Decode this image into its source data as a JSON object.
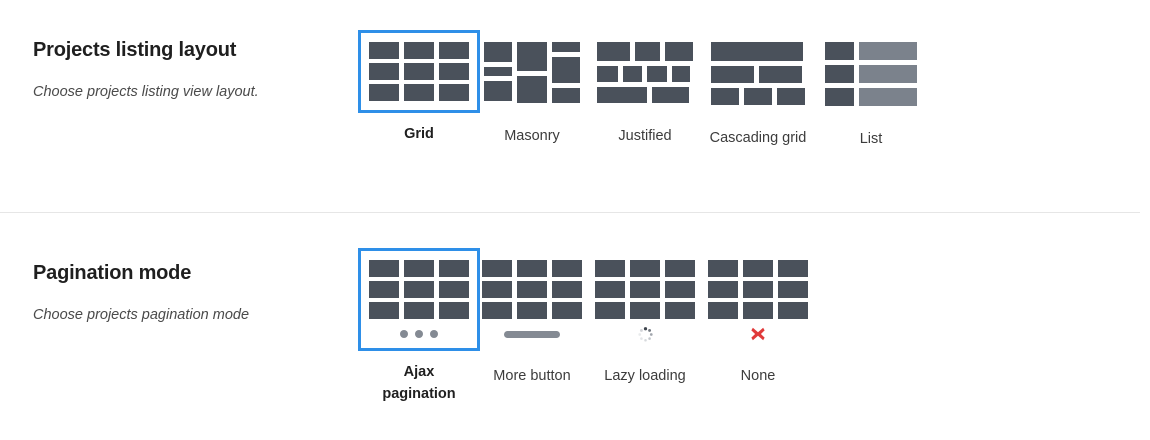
{
  "colors": {
    "accent": "#2e8fe8",
    "tile": "#4a515b",
    "tile_light": "#7b828c",
    "dot": "#848a93",
    "danger": "#e03a3a",
    "divider": "#e6e6e6",
    "background": "#ffffff",
    "title_text": "#1f1f1f",
    "desc_text": "#4a4a4a"
  },
  "sections": [
    {
      "title": "Projects listing layout",
      "description": "Choose projects listing view layout.",
      "selected": "Grid",
      "options": [
        {
          "label": "Grid",
          "icon": "grid-layout-icon",
          "selected": true
        },
        {
          "label": "Masonry",
          "icon": "masonry-layout-icon",
          "selected": false
        },
        {
          "label": "Justified",
          "icon": "justified-layout-icon",
          "selected": false
        },
        {
          "label": "Cascading grid",
          "icon": "cascading-grid-layout-icon",
          "selected": false
        },
        {
          "label": "List",
          "icon": "list-layout-icon",
          "selected": false
        }
      ]
    },
    {
      "title": "Pagination mode",
      "description": "Choose projects pagination mode",
      "selected": "Ajax pagination",
      "options": [
        {
          "label": "Ajax pagination",
          "icon": "ajax-pagination-icon",
          "indicator": "three-dots-icon",
          "selected": true
        },
        {
          "label": "More button",
          "icon": "more-button-icon",
          "indicator": "pill-bar-icon",
          "selected": false
        },
        {
          "label": "Lazy loading",
          "icon": "lazy-loading-icon",
          "indicator": "spinner-icon",
          "selected": false
        },
        {
          "label": "None",
          "icon": "none-pagination-icon",
          "indicator": "red-cross-icon",
          "selected": false
        }
      ]
    }
  ]
}
